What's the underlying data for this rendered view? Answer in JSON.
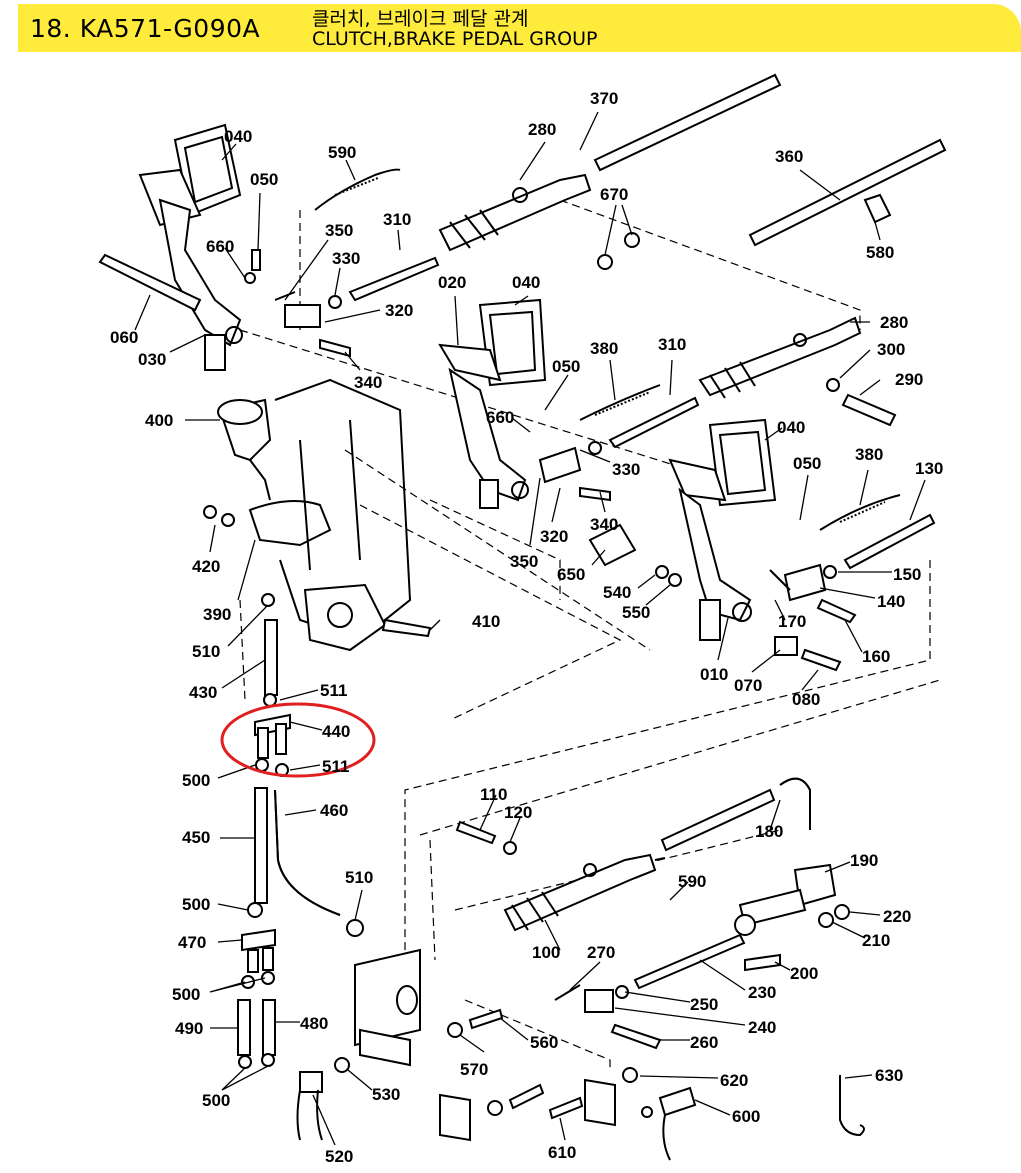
{
  "header": {
    "code": "18. KA571-G090A",
    "title_ko": "클러치, 브레이크 페달 관계",
    "title_en": "CLUTCH,BRAKE PEDAL GROUP",
    "banner_color": "#ffeb3b"
  },
  "highlight": {
    "part": "440",
    "color": "#e02020"
  },
  "parts": {
    "p370": "370",
    "p280a": "280",
    "p360": "360",
    "p040a": "040",
    "p590a": "590",
    "p050a": "050",
    "p670": "670",
    "p350a": "350",
    "p310a": "310",
    "p660a": "660",
    "p330a": "330",
    "p580": "580",
    "p020": "020",
    "p040b": "040",
    "p320a": "320",
    "p060": "060",
    "p280b": "280",
    "p030": "030",
    "p300": "300",
    "p340a": "340",
    "p380a": "380",
    "p310b": "310",
    "p050b": "050",
    "p290": "290",
    "p400": "400",
    "p660b": "660",
    "p330b": "330",
    "p040c": "040",
    "p380b": "380",
    "p130": "130",
    "p050c": "050",
    "p420": "420",
    "p340b": "340",
    "p320b": "320",
    "p350b": "350",
    "p390": "390",
    "p650": "650",
    "p540": "540",
    "p550": "550",
    "p150": "150",
    "p140": "140",
    "p410": "410",
    "p170": "170",
    "p510a": "510",
    "p160": "160",
    "p010": "010",
    "p070": "070",
    "p430": "430",
    "p511a": "511",
    "p080": "080",
    "p440": "440",
    "p500a": "500",
    "p511b": "511",
    "p110": "110",
    "p120": "120",
    "p180": "180",
    "p450": "450",
    "p460": "460",
    "p190": "190",
    "p510b": "510",
    "p590b": "590",
    "p500b": "500",
    "p220": "220",
    "p210": "210",
    "p470": "470",
    "p100": "100",
    "p270": "270",
    "p200": "200",
    "p500c": "500",
    "p250": "250",
    "p230": "230",
    "p490": "490",
    "p480": "480",
    "p240": "240",
    "p560": "560",
    "p260": "260",
    "p570": "570",
    "p620": "620",
    "p630": "630",
    "p500d": "500",
    "p530": "530",
    "p600": "600",
    "p610": "610",
    "p520": "520"
  }
}
